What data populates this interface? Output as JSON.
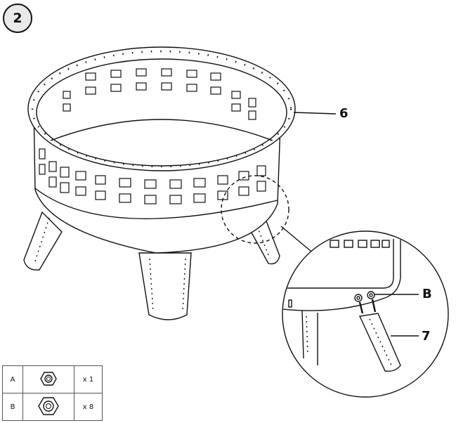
{
  "step": {
    "number": "2"
  },
  "callouts": {
    "ring_label": "6",
    "bolt_label": "B",
    "leg_label": "7"
  },
  "parts": [
    {
      "key": "A",
      "icon": "hex-nut-icon",
      "qty": "x 1"
    },
    {
      "key": "B",
      "icon": "hex-nut-icon",
      "qty": "x 8"
    }
  ],
  "colors": {
    "line": "#111111",
    "fill": "#ffffff",
    "badge_bg": "#e9e9e9"
  }
}
